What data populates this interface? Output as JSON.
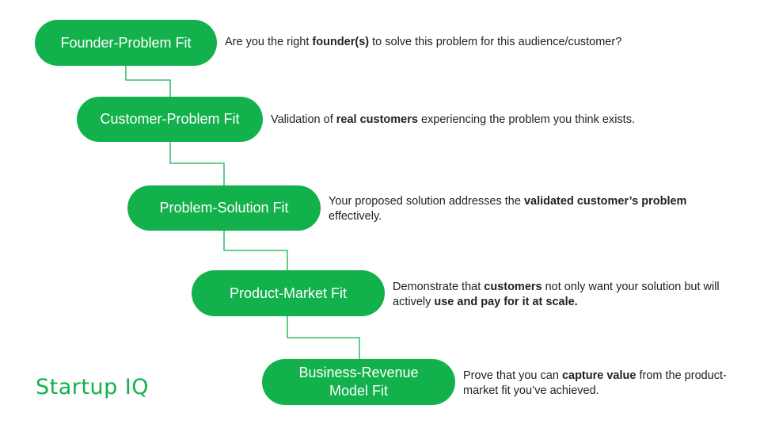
{
  "brand": "Startup IQ",
  "colors": {
    "accent": "#12b14b",
    "text": "#222222",
    "background": "#ffffff"
  },
  "steps": [
    {
      "title": "Founder-Problem Fit",
      "desc": [
        {
          "t": "Are you the right ",
          "b": false
        },
        {
          "t": "founder(s)",
          "b": true
        },
        {
          "t": " to solve this problem for this audience/customer?",
          "b": false
        }
      ]
    },
    {
      "title": "Customer-Problem Fit",
      "desc": [
        {
          "t": "Validation of ",
          "b": false
        },
        {
          "t": "real customers",
          "b": true
        },
        {
          "t": " experiencing the problem you think exists.",
          "b": false
        }
      ]
    },
    {
      "title": "Problem-Solution Fit",
      "desc": [
        {
          "t": "Your proposed solution addresses the ",
          "b": false
        },
        {
          "t": "validated customer’s problem",
          "b": true
        },
        {
          "t": " effectively.",
          "b": false
        }
      ]
    },
    {
      "title": "Product-Market Fit",
      "desc": [
        {
          "t": "Demonstrate that ",
          "b": false
        },
        {
          "t": "customers",
          "b": true
        },
        {
          "t": " not only want your solution but will actively ",
          "b": false
        },
        {
          "t": "use and pay for it at scale.",
          "b": true
        }
      ]
    },
    {
      "title_lines": [
        "Business-Revenue",
        "Model Fit"
      ],
      "desc": [
        {
          "t": "Prove that you can ",
          "b": false
        },
        {
          "t": "capture value",
          "b": true
        },
        {
          "t": " from the product-market fit you’ve achieved.",
          "b": false
        }
      ]
    }
  ]
}
